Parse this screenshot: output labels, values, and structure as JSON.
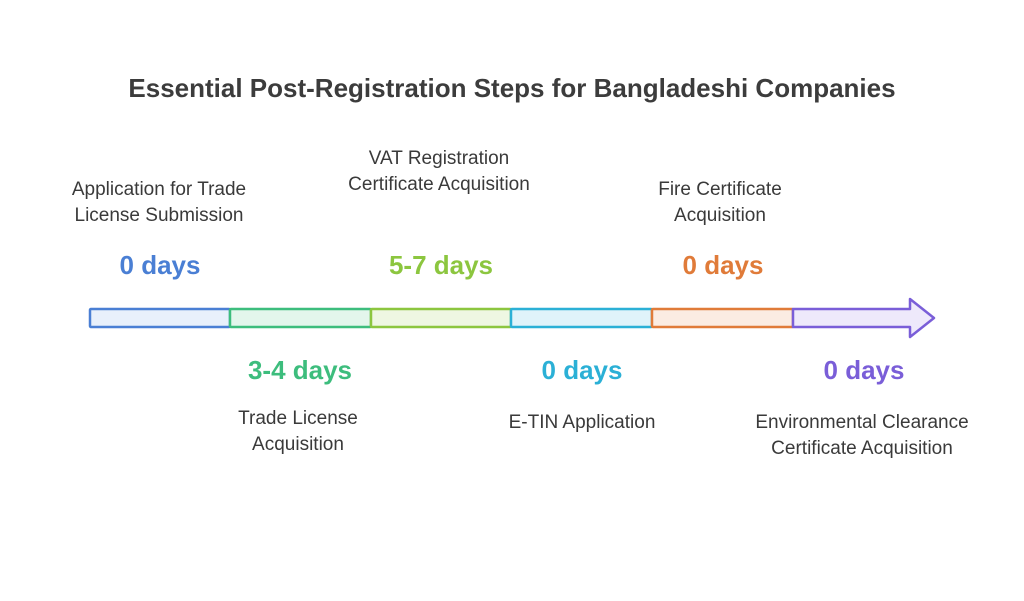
{
  "title": "Essential Post-Registration Steps for Bangladeshi Companies",
  "steps": [
    {
      "label": "Application for Trade License Submission",
      "duration": "0 days",
      "color": "#4a7fd4",
      "fill": "#e8f0fb"
    },
    {
      "label": "Trade License Acquisition",
      "duration": "3-4 days",
      "color": "#3dbd7d",
      "fill": "#e3f6ec"
    },
    {
      "label": "VAT Registration Certificate Acquisition",
      "duration": "5-7 days",
      "color": "#8cc63f",
      "fill": "#eef7e2"
    },
    {
      "label": "E-TIN Application",
      "duration": "0 days",
      "color": "#2bb0d6",
      "fill": "#e0f3fa"
    },
    {
      "label": "Fire Certificate Acquisition",
      "duration": "0 days",
      "color": "#e07b39",
      "fill": "#fbece2"
    },
    {
      "label": "Environmental Clearance Certificate Acquisition",
      "duration": "0 days",
      "color": "#7a5ed8",
      "fill": "#eee9fb"
    }
  ]
}
